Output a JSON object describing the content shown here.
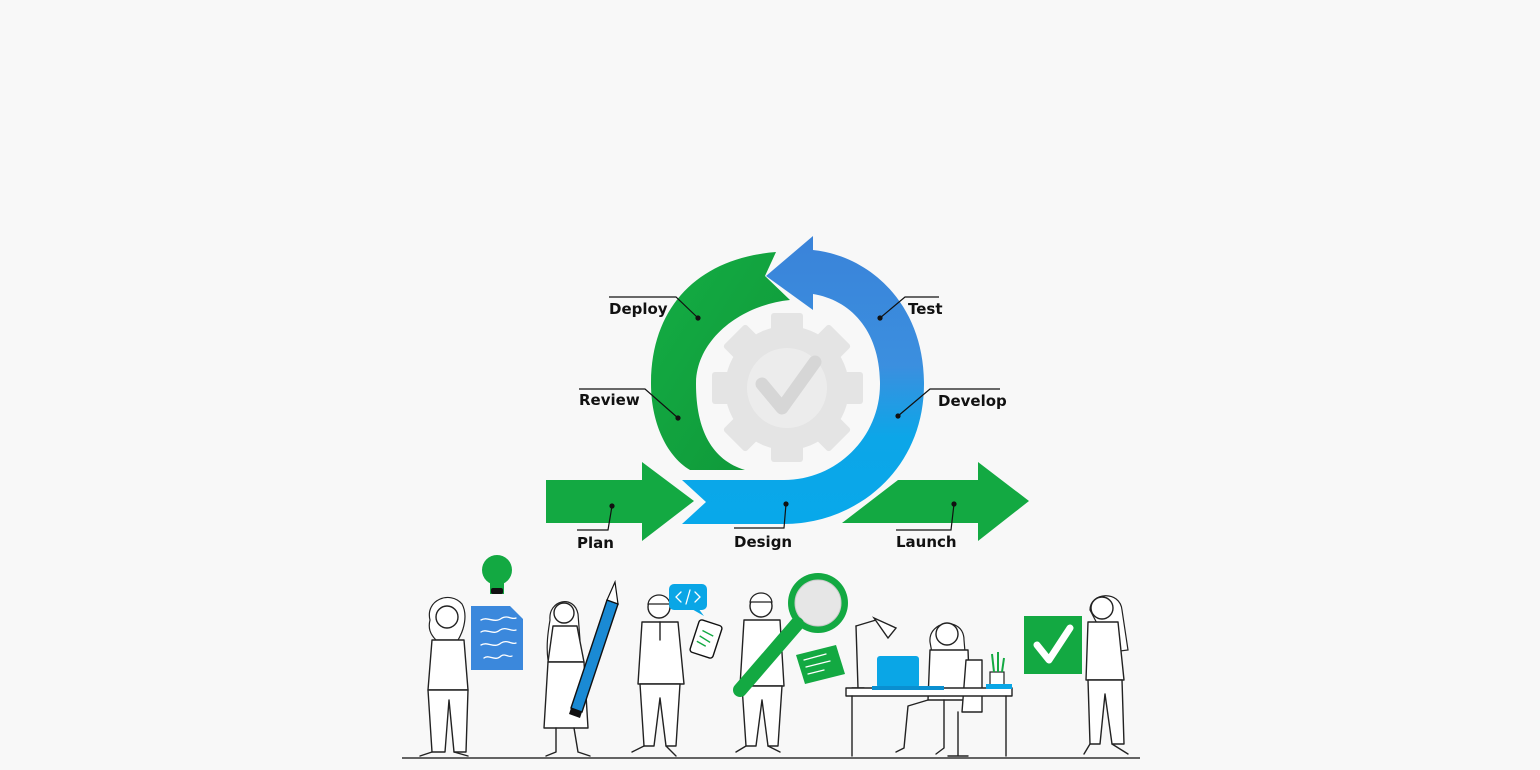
{
  "stages": {
    "deploy": "Deploy",
    "test": "Test",
    "review": "Review",
    "develop": "Develop",
    "plan": "Plan",
    "design": "Design",
    "launch": "Launch"
  },
  "center_icon": "gear-check-icon",
  "colors": {
    "green": "#13a942",
    "green_dark": "#0e8f36",
    "blue": "#3b88dc",
    "cyan": "#0aa6e6",
    "gear": "#e4e4e4"
  },
  "illustration": {
    "people": [
      "person-with-document",
      "person-with-pencil",
      "person-with-tablet",
      "person-with-magnifier",
      "person-at-laptop-desk",
      "person-with-checkmark"
    ],
    "icons": [
      "lightbulb-icon",
      "document-icon",
      "pencil-icon",
      "code-bubble-icon",
      "tablet-icon",
      "magnifier-icon",
      "code-sheet-icon",
      "laptop-icon",
      "desk-lamp-icon",
      "checkmark-card-icon"
    ]
  }
}
